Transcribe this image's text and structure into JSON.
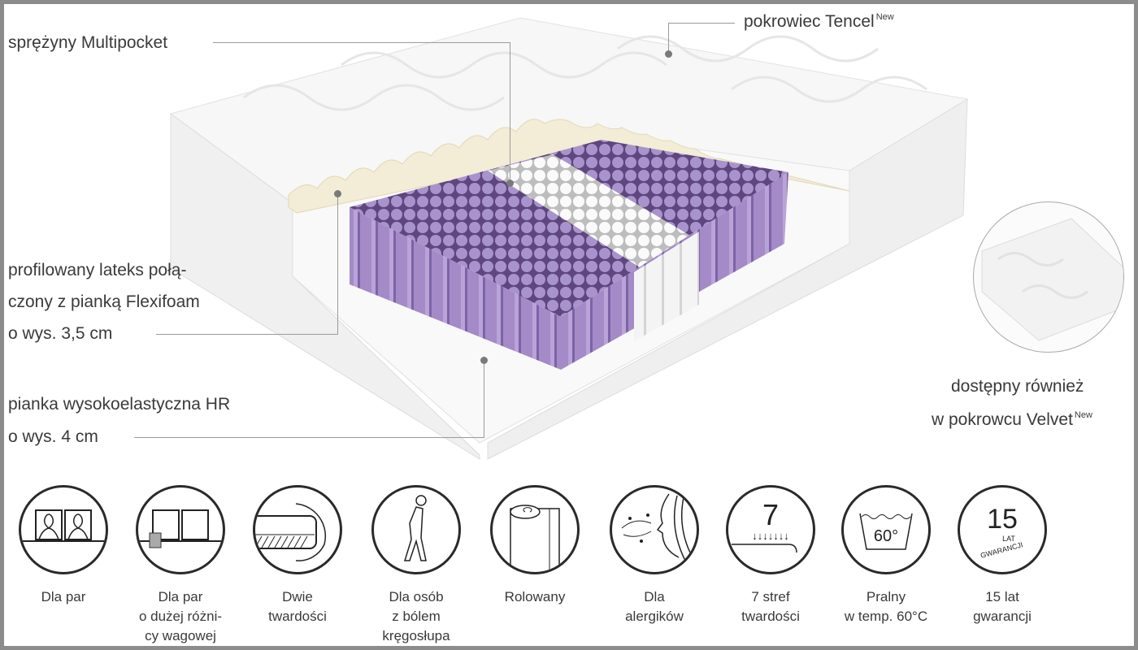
{
  "callouts": {
    "springs": "sprężyny Multipocket",
    "cover": "pokrowiec Tencel",
    "cover_badge": "New",
    "latex": [
      "profilowany lateks połą-",
      "czony z pianką Flexifoam",
      "o wys. 3,5 cm"
    ],
    "foam": [
      "pianka wysokoelastyczna HR",
      "o wys. 4 cm"
    ],
    "velvet": [
      "dostępny również",
      "w pokrowcu Velvet"
    ],
    "velvet_badge": "New"
  },
  "features": [
    {
      "icon": "couple-icon",
      "lines": [
        "Dla par"
      ]
    },
    {
      "icon": "couple-weight-icon",
      "lines": [
        "Dla par",
        "o dużej różni-",
        "cy wagowej"
      ]
    },
    {
      "icon": "two-firmness-icon",
      "lines": [
        "Dwie",
        "twardości"
      ]
    },
    {
      "icon": "back-pain-icon",
      "lines": [
        "Dla osób",
        "z bólem",
        "kręgosłupa"
      ]
    },
    {
      "icon": "rolled-icon",
      "lines": [
        "Rolowany"
      ]
    },
    {
      "icon": "allergy-icon",
      "lines": [
        "Dla",
        "alergików"
      ]
    },
    {
      "icon": "seven-zones-icon",
      "lines": [
        "7 stref",
        "twardości"
      ],
      "glyph": "7"
    },
    {
      "icon": "washable-60-icon",
      "lines": [
        "Pralny",
        "w temp. 60°C"
      ],
      "glyph": "60°"
    },
    {
      "icon": "warranty-15-icon",
      "lines": [
        "15 lat",
        "gwarancji"
      ],
      "glyph": "15",
      "glyph_sub": [
        "LAT",
        "GWARANCJI"
      ]
    }
  ],
  "colors": {
    "spring_purple": "#9b82c0",
    "frame": "#8c8c8c"
  }
}
